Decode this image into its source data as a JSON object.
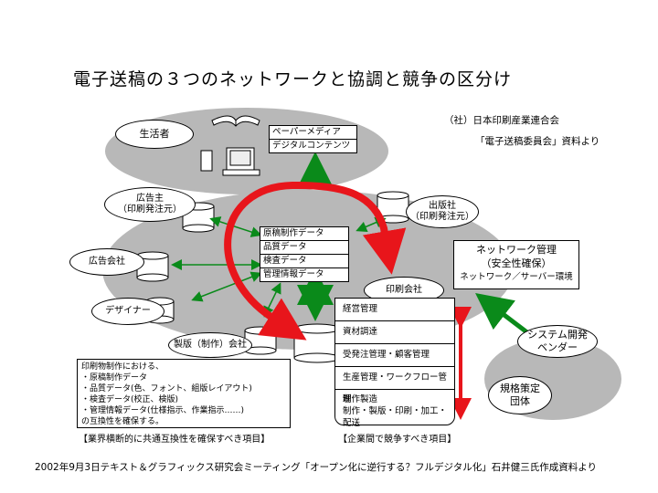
{
  "title": "電子送稿の３つのネットワークと協調と競争の区分け",
  "source": {
    "org": "（社）日本印刷産業連合会",
    "doc": "「電子送稿委員会」資料より"
  },
  "consumer_network": {
    "consumer": "生活者",
    "media": [
      "ペーパーメディア",
      "デジタルコンテンツ"
    ]
  },
  "main_network": {
    "advertiser": [
      "広告主",
      "（印刷発注元）"
    ],
    "publisher": [
      "出版社",
      "（印刷発注元）"
    ],
    "ad_agency": "広告会社",
    "designer": "デザイナー",
    "prepress": "製版（制作）会社",
    "printer": "印刷会社",
    "data_box": [
      "原稿制作データ",
      "品質データ",
      "検査データ",
      "管理情報データ"
    ]
  },
  "network_mgmt": [
    "ネットワーク管理",
    "（安全性確保）",
    "ネットワーク／サーバー環境"
  ],
  "vendor_network": {
    "vendor": [
      "システム開発",
      "ベンダー"
    ],
    "standards": [
      "規格策定",
      "団体"
    ]
  },
  "printer_process": [
    "経営管理",
    "資材調達",
    "受発注管理・顧客管理",
    "生産管理・ワークフロー管理",
    "制作製造",
    "制作・製版・印刷・加工・配送"
  ],
  "interop_note": {
    "lines": [
      "印刷物制作における、",
      "・原稿制作データ",
      "・品質データ(色、フォント、組版レイアウト)",
      "・検査データ(校正、検版)",
      "・管理情報データ(仕様指示、作業指示……)",
      "の互換性を確保する。"
    ],
    "caption": "【業界横断的に共通互換性を確保すべき項目】"
  },
  "competition_caption": "【企業間で競争すべき項目】",
  "footer": "2002年9月3日テキスト＆グラフィックス研究会ミーティング「オープン化に逆行する？フルデジタル化」石井健三氏作成資料より",
  "colors": {
    "network_fill": "#b8b8b8",
    "red": "#e8151b",
    "green": "#0a8a1a"
  }
}
